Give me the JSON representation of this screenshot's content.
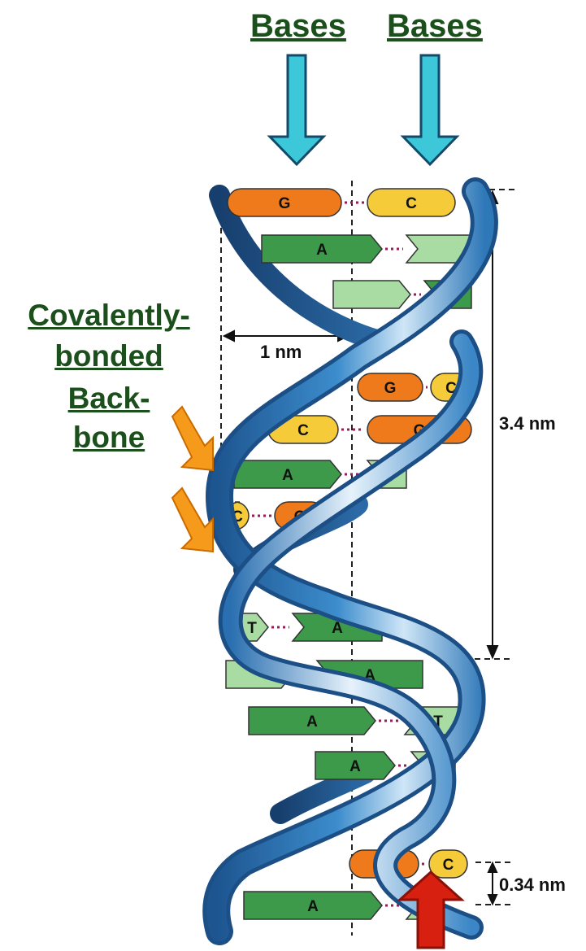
{
  "labels": {
    "bases_left": "Bases",
    "bases_right": "Bases",
    "backbone_line1": "Covalently-",
    "backbone_line2": "bonded",
    "backbone_line3": "Back-",
    "backbone_line4": "bone",
    "width_measure": "1 nm",
    "turn_measure": "3.4 nm",
    "rise_measure": "0.34 nm"
  },
  "base_pairs": [
    {
      "left": "G",
      "right": "C"
    },
    {
      "left": "A",
      "right": ""
    },
    {
      "left": "",
      "right": "A"
    },
    {
      "left": "G",
      "right": "C"
    },
    {
      "left": "C",
      "right": "G"
    },
    {
      "left": "A",
      "right": "T"
    },
    {
      "left": "C",
      "right": "G"
    },
    {
      "left": "T",
      "right": "A"
    },
    {
      "left": "",
      "right": "A"
    },
    {
      "left": "A",
      "right": "T"
    },
    {
      "left": "A",
      "right": "T"
    },
    {
      "left": "G",
      "right": "C"
    },
    {
      "left": "A",
      "right": ""
    }
  ],
  "colors": {
    "heading": "#1b4f1b",
    "guanine": "#ee7a1c",
    "cytosine": "#f6cb3a",
    "adenine": "#3d9a4a",
    "thymine": "#a8dca2",
    "helix": "#2f78b8",
    "bases_arrow": "#3cc8d8",
    "backbone_arrow": "#f59a1a",
    "highlight_arrow": "#d82010"
  }
}
